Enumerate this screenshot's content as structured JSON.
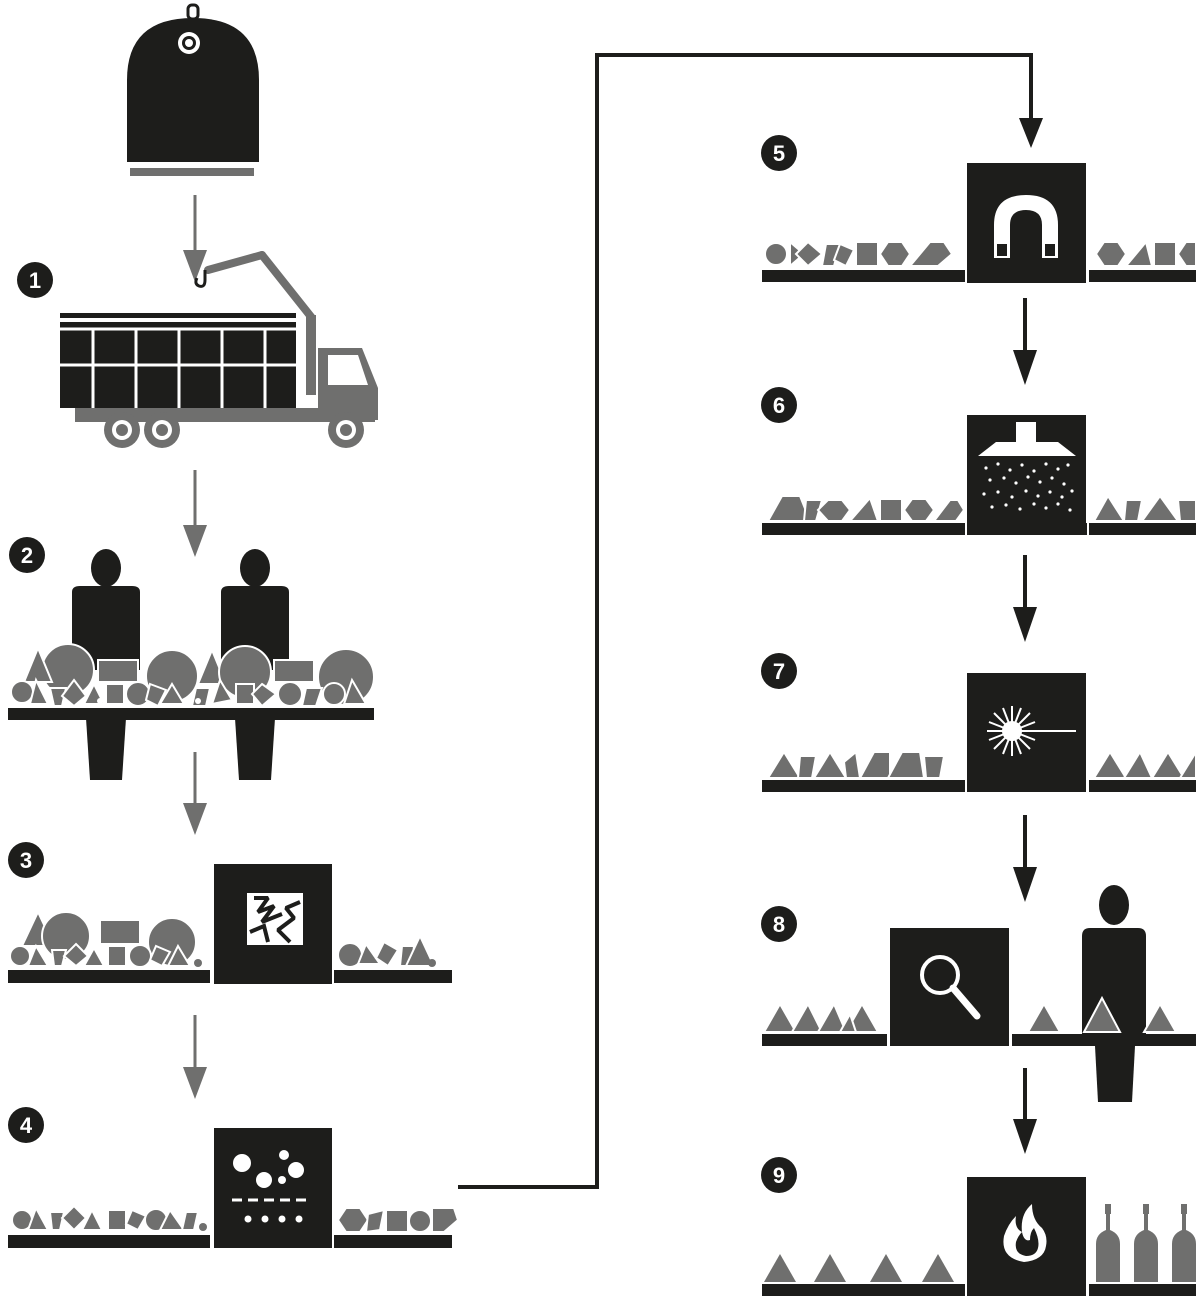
{
  "steps": [
    {
      "number": "1",
      "icon": "crane-truck-icon"
    },
    {
      "number": "2",
      "icon": "manual-sorting-icon"
    },
    {
      "number": "3",
      "icon": "crusher-icon"
    },
    {
      "number": "4",
      "icon": "screening-icon"
    },
    {
      "number": "5",
      "icon": "magnet-icon"
    },
    {
      "number": "6",
      "icon": "air-separator-icon"
    },
    {
      "number": "7",
      "icon": "laser-sensor-icon"
    },
    {
      "number": "8",
      "icon": "inspection-icon"
    },
    {
      "number": "9",
      "icon": "melting-furnace-icon"
    }
  ],
  "colors": {
    "dark": "#1d1d1b",
    "grey": "#6f6f6e",
    "white": "#ffffff"
  }
}
